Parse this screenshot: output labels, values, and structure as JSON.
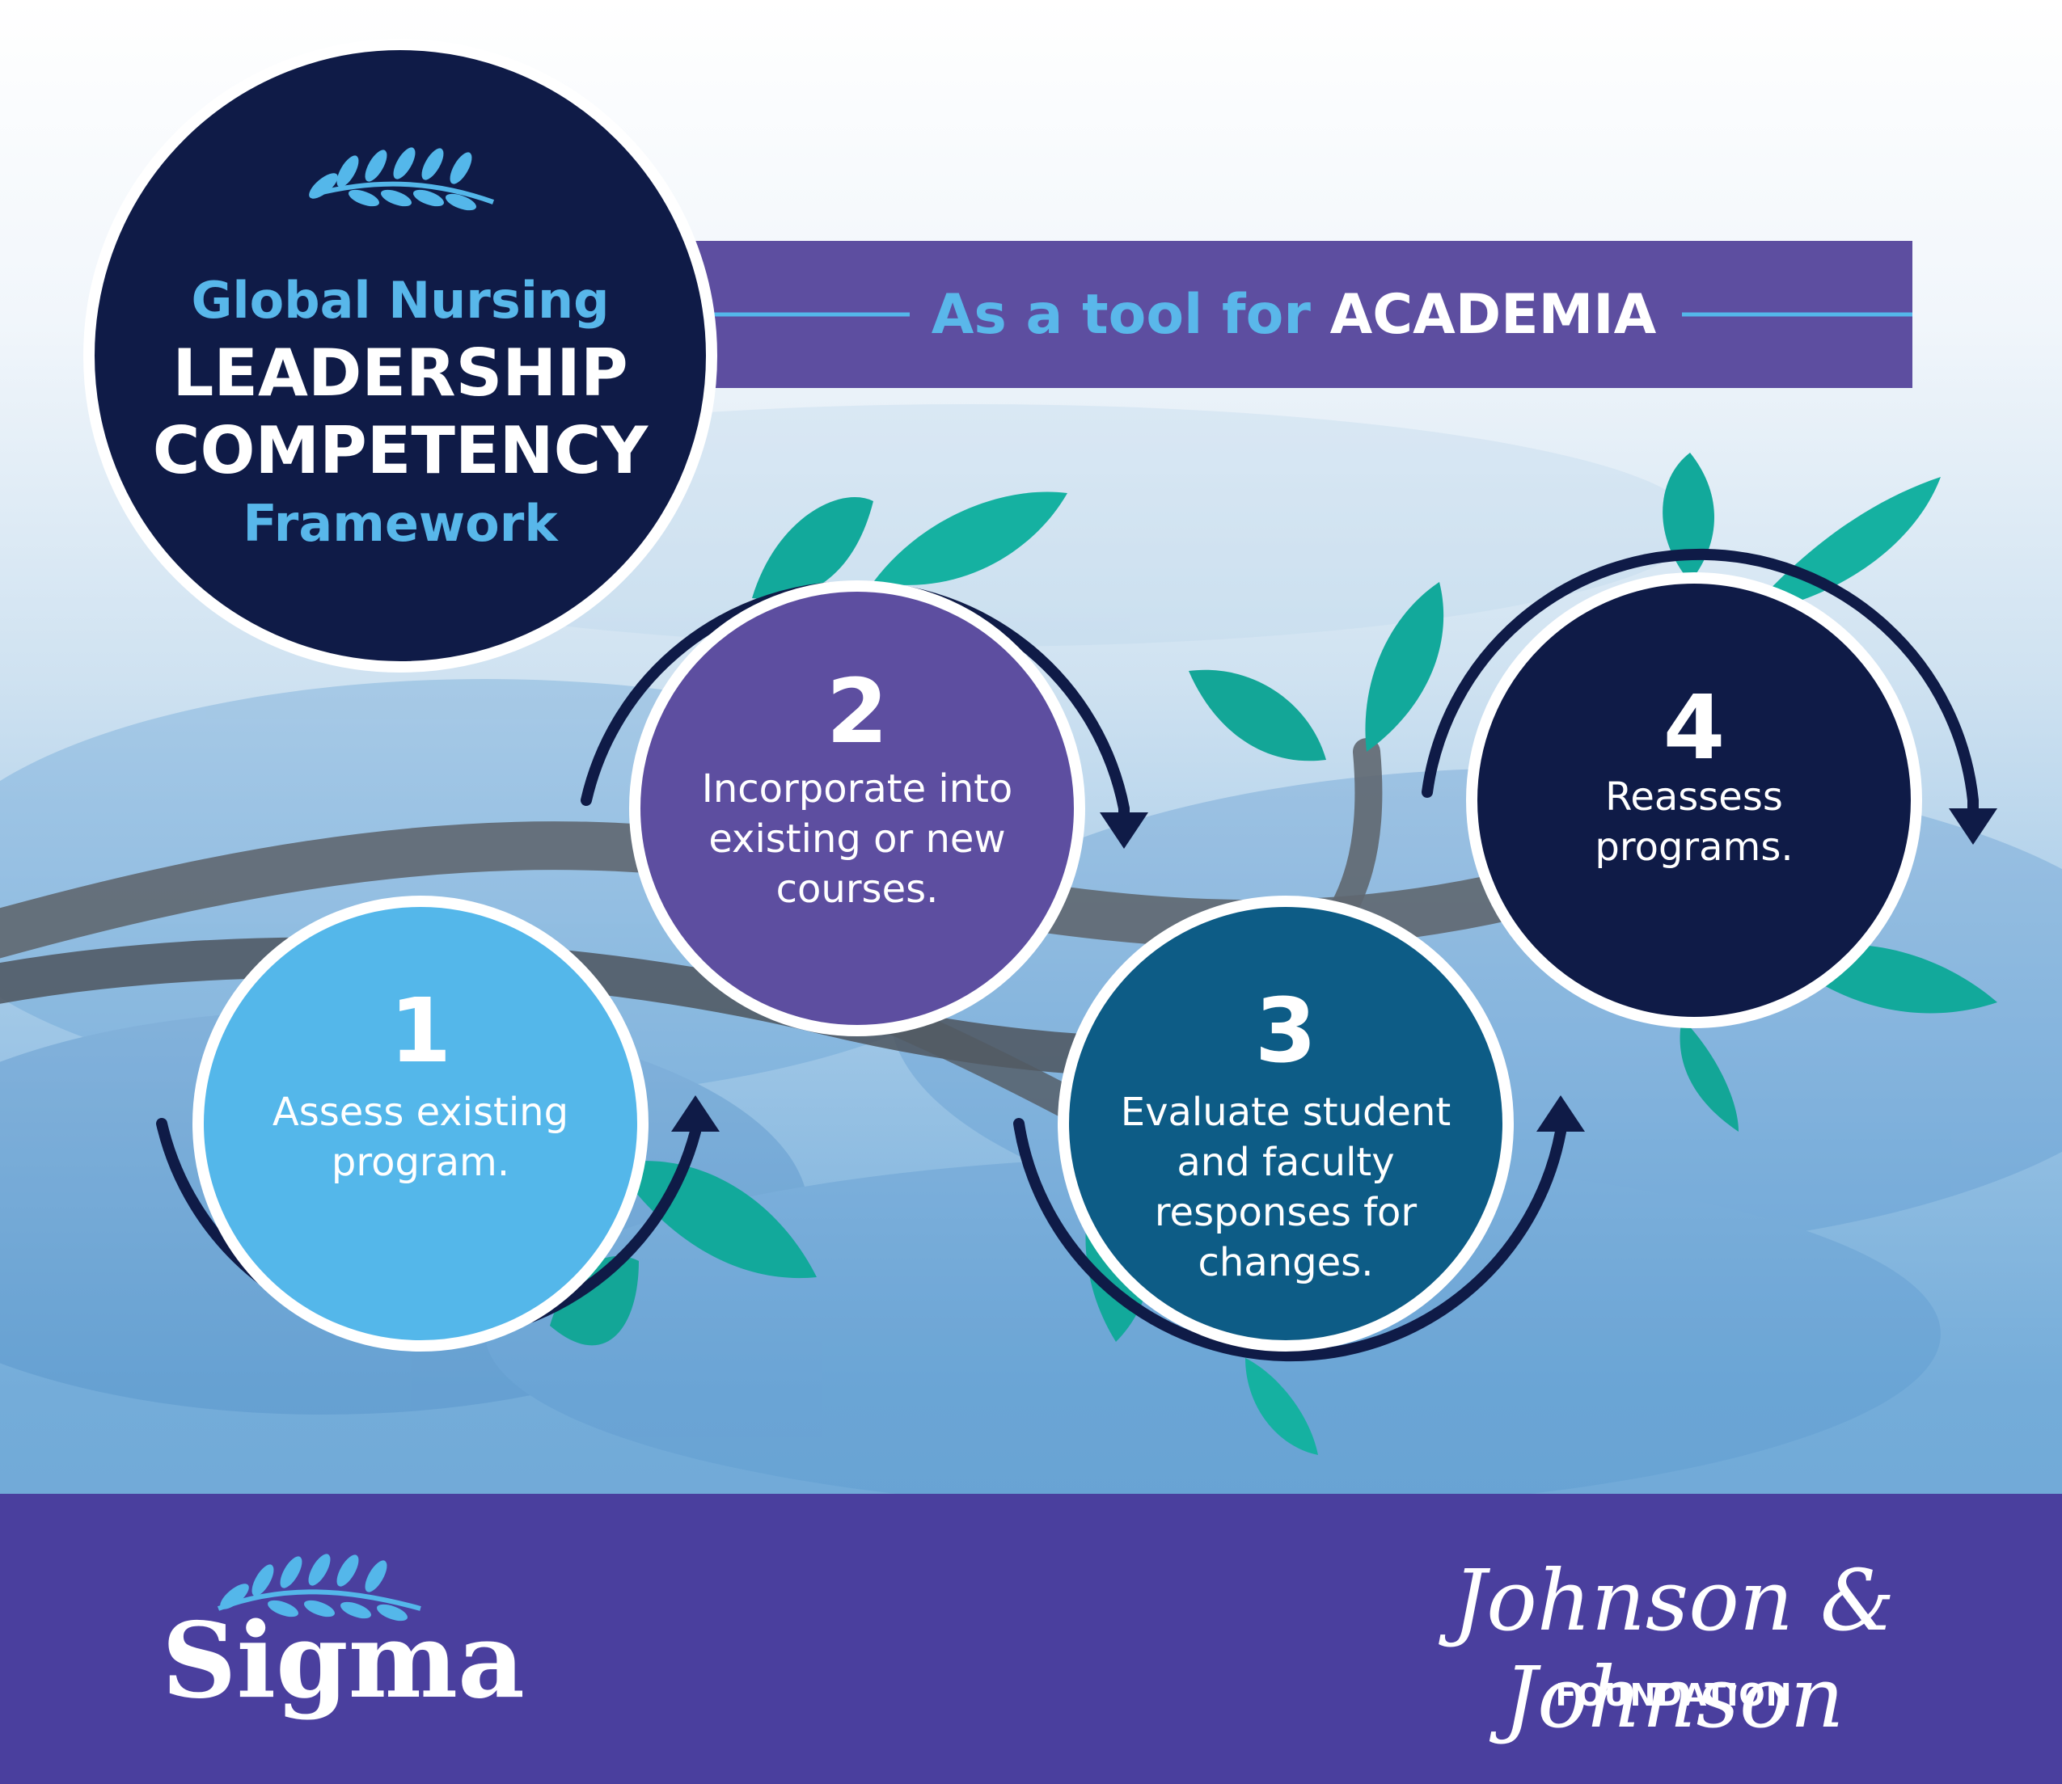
{
  "header": {
    "title_line1": "Global Nursing",
    "title_line2": "LEADERSHIP",
    "title_line3": "COMPETENCY",
    "title_line4": "Framework",
    "banner_prefix": "As a tool for ",
    "banner_emphasis": "ACADEMIA"
  },
  "steps": [
    {
      "number": "1",
      "text": "Assess existing program."
    },
    {
      "number": "2",
      "text": "Incorporate into existing or new courses."
    },
    {
      "number": "3",
      "text": "Evaluate student and faculty responses for changes."
    },
    {
      "number": "4",
      "text": "Reassess programs."
    }
  ],
  "footer": {
    "left_logo_text": "Sigma",
    "right_logo_text": "Johnson & Johnson",
    "right_logo_subtext": "FOUNDATION"
  },
  "colors": {
    "navy": "#0f1b47",
    "purple": "#5d4ea0",
    "light_blue": "#54b7ea",
    "teal_blue": "#0d5c86",
    "leaf_teal": "#12a99b",
    "footer_purple": "#4a3f9e",
    "branch_gray": "#5f6770"
  },
  "icons": [
    "laurel-icon",
    "leaf-icon",
    "cycle-arrow-icon"
  ]
}
